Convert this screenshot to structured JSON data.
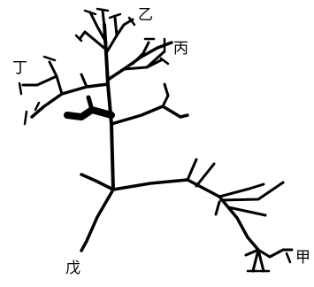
{
  "diagram": {
    "labels": {
      "jia": "甲",
      "yi": "乙",
      "bing": "丙",
      "ding": "丁",
      "wu": "戊"
    }
  }
}
